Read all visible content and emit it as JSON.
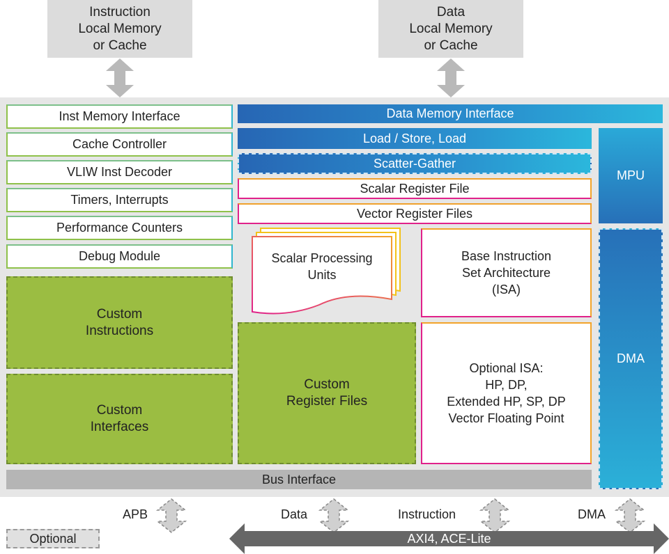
{
  "memories": {
    "instruction": "Instruction\nLocal Memory\nor Cache",
    "data": "Data\nLocal Memory\nor Cache"
  },
  "left_column": [
    "Inst Memory Interface",
    "Cache Controller",
    "VLIW Inst Decoder",
    "Timers, Interrupts",
    "Performance Counters",
    "Debug Module"
  ],
  "custom": {
    "instructions": "Custom\nInstructions",
    "interfaces": "Custom\nInterfaces",
    "register_files": "Custom\nRegister Files"
  },
  "center": {
    "data_memory_interface": "Data Memory Interface",
    "load_store": "Load / Store,  Load",
    "scatter_gather": "Scatter-Gather",
    "scalar_register_file": "Scalar Register File",
    "vector_register_files": "Vector Register Files",
    "scalar_processing_units": "Scalar Processing\nUnits",
    "base_isa": "Base Instruction\nSet Architecture\n(ISA)",
    "optional_isa": "Optional ISA:\nHP, DP,\nExtended HP, SP, DP\nVector Floating Point"
  },
  "right_column": {
    "mpu": "MPU",
    "dma": "DMA"
  },
  "bus_interface": "Bus Interface",
  "ports": {
    "apb": "APB",
    "data": "Data",
    "instruction": "Instruction",
    "dma": "DMA"
  },
  "axi_bus": "AXI4,  ACE-Lite",
  "legend": {
    "optional": "Optional"
  },
  "colors": {
    "panel": "#e6e6e6",
    "memory_box": "#dcdcdc",
    "custom_green": "#9bbd42",
    "blue_dark": "#2766b4",
    "blue_light": "#2bb7dc",
    "magenta": "#e0218a",
    "orange": "#f3a42a",
    "bus_gray": "#b5b5b5",
    "axi_gray": "#666666"
  }
}
